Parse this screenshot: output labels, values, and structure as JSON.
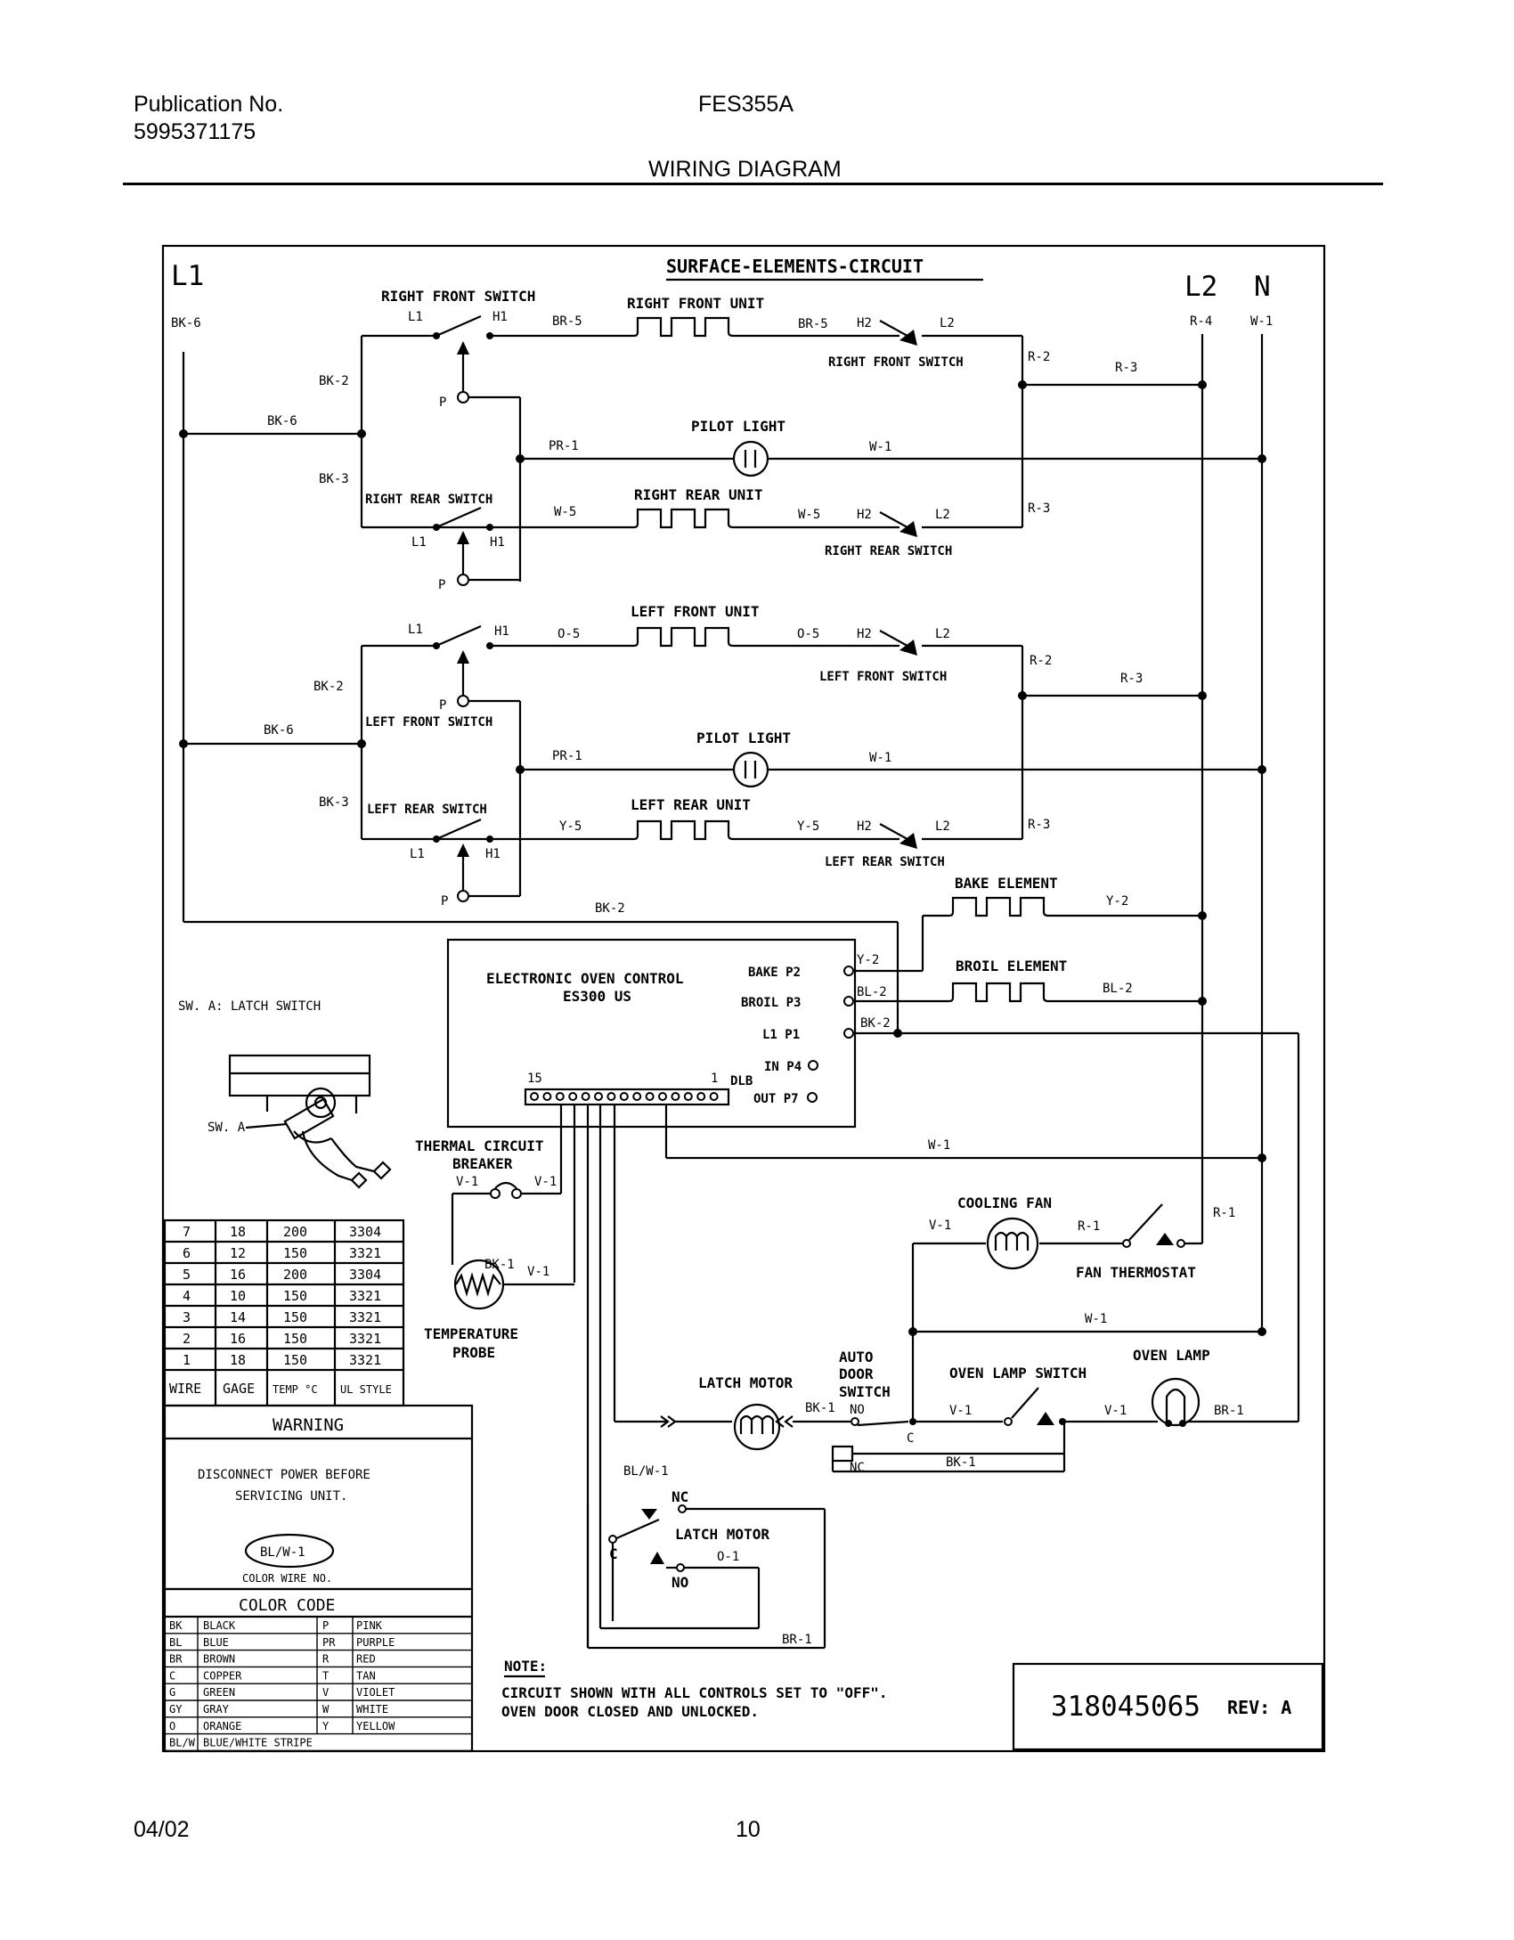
{
  "header": {
    "publication_label": "Publication No.",
    "publication_number": "5995371175",
    "model": "FES355A",
    "section_title": "WIRING DIAGRAM"
  },
  "footer": {
    "date": "04/02",
    "page": "10"
  },
  "diagram": {
    "title": "SURFACE-ELEMENTS-CIRCUIT",
    "l1": "L1",
    "l2": "L2",
    "n": "N",
    "labels": {
      "bk6": "BK-6",
      "bk2": "BK-2",
      "bk3": "BK-3",
      "r4": "R-4",
      "w1": "W-1",
      "r2": "R-2",
      "r3": "R-3",
      "br5": "BR-5",
      "pr1": "PR-1",
      "w5": "W-5",
      "o5": "O-5",
      "y5": "Y-5",
      "y2": "Y-2",
      "bl2": "BL-2",
      "v1": "V-1",
      "r1": "R-1",
      "bk1": "BK-1",
      "blw1": "BL/W-1",
      "o1": "O-1",
      "br1": "BR-1",
      "l1t": "L1",
      "h1": "H1",
      "h2": "H2",
      "l2t": "L2",
      "p": "P",
      "nc": "NC",
      "no": "NO",
      "c": "C"
    },
    "components": {
      "right_front_switch": "RIGHT FRONT SWITCH",
      "right_front_unit": "RIGHT FRONT UNIT",
      "right_rear_switch": "RIGHT REAR SWITCH",
      "right_rear_unit": "RIGHT REAR UNIT",
      "pilot_light": "PILOT LIGHT",
      "left_front_switch": "LEFT FRONT SWITCH",
      "left_front_unit": "LEFT FRONT UNIT",
      "left_rear_switch": "LEFT REAR SWITCH",
      "left_rear_unit": "LEFT REAR UNIT",
      "bake_element": "BAKE ELEMENT",
      "broil_element": "BROIL ELEMENT",
      "eoc_line1": "ELECTRONIC OVEN CONTROL",
      "eoc_line2": "ES300 US",
      "bake_pin": "BAKE P2",
      "broil_pin": "BROIL P3",
      "l1_pin": "L1 P1",
      "in_pin": "IN P4",
      "out_pin": "OUT P7",
      "pin_15": "15",
      "pin_1": "1",
      "dlb": "DLB",
      "latch_switch_note": "SW. A: LATCH SWITCH",
      "sw_a": "SW. A",
      "thermal_breaker_1": "THERMAL CIRCUIT",
      "thermal_breaker_2": "BREAKER",
      "temperature_probe_1": "TEMPERATURE",
      "temperature_probe_2": "PROBE",
      "cooling_fan": "COOLING FAN",
      "fan_thermostat": "FAN THERMOSTAT",
      "auto_door_switch_1": "AUTO",
      "auto_door_switch_2": "DOOR",
      "auto_door_switch_3": "SWITCH",
      "latch_motor": "LATCH MOTOR",
      "oven_lamp_switch": "OVEN LAMP SWITCH",
      "oven_lamp": "OVEN LAMP"
    },
    "wire_table": {
      "rows": [
        [
          "7",
          "18",
          "200",
          "3304"
        ],
        [
          "6",
          "12",
          "150",
          "3321"
        ],
        [
          "5",
          "16",
          "200",
          "3304"
        ],
        [
          "4",
          "10",
          "150",
          "3321"
        ],
        [
          "3",
          "14",
          "150",
          "3321"
        ],
        [
          "2",
          "16",
          "150",
          "3321"
        ],
        [
          "1",
          "18",
          "150",
          "3321"
        ]
      ],
      "headers": [
        "WIRE",
        "GAGE",
        "TEMP °C",
        "UL STYLE"
      ]
    },
    "warning": {
      "title": "WARNING",
      "line1": "DISCONNECT POWER BEFORE",
      "line2": "SERVICING UNIT.",
      "example": "BL/W-1",
      "caption": "COLOR WIRE NO."
    },
    "color_code": {
      "title": "COLOR CODE",
      "rows": [
        [
          "BK",
          "BLACK",
          "P",
          "PINK"
        ],
        [
          "BL",
          "BLUE",
          "PR",
          "PURPLE"
        ],
        [
          "BR",
          "BROWN",
          "R",
          "RED"
        ],
        [
          "C",
          "COPPER",
          "T",
          "TAN"
        ],
        [
          "G",
          "GREEN",
          "V",
          "VIOLET"
        ],
        [
          "GY",
          "GRAY",
          "W",
          "WHITE"
        ],
        [
          "O",
          "ORANGE",
          "Y",
          "YELLOW"
        ],
        [
          "BL/W",
          "BLUE/WHITE STRIPE",
          "",
          ""
        ]
      ]
    },
    "note": {
      "title": "NOTE:",
      "line1": "CIRCUIT SHOWN WITH ALL CONTROLS SET TO \"OFF\".",
      "line2": "OVEN DOOR CLOSED AND UNLOCKED."
    },
    "doc_number": "318045065",
    "revision": "REV: A"
  }
}
